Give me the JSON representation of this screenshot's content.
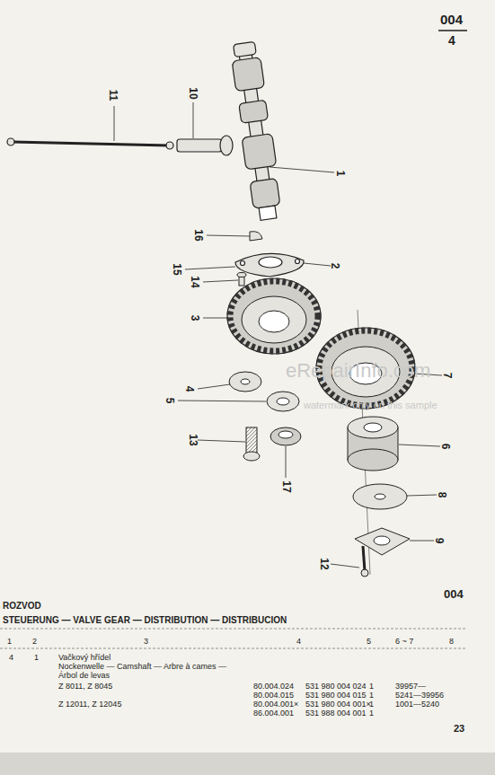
{
  "diagram": {
    "labels": [
      "004",
      "4",
      "11",
      "10",
      "1",
      "16",
      "15",
      "14",
      "2",
      "3",
      "4",
      "5",
      "13",
      "17",
      "7",
      "6",
      "8",
      "9",
      "12",
      "eRepairInfo.com",
      "watermark only on this sample",
      "004",
      "ROZVOD",
      "STEUERUNG — VALVE GEAR — DISTRIBUTION — DISTRIBUCION",
      "1",
      "2",
      "3",
      "4",
      "5",
      "6 ~ 7",
      "8",
      "4",
      "1",
      "Vačkový hřídel",
      "Nockenwelle — Camshaft — Arbre à cames —",
      "Árbol de levas",
      "Z 8011, Z 8045",
      "80.004.024",
      "531 980 004 024",
      "1",
      "39957—",
      "80.004.015",
      "531 980 004 015",
      "1",
      "5241—39956",
      "Z 12011, Z 12045",
      "80.004.001×",
      "531 980 004 001×",
      "1",
      "1001—5240",
      "86.004.001",
      "531 988 004 001",
      "1",
      "23"
    ]
  }
}
